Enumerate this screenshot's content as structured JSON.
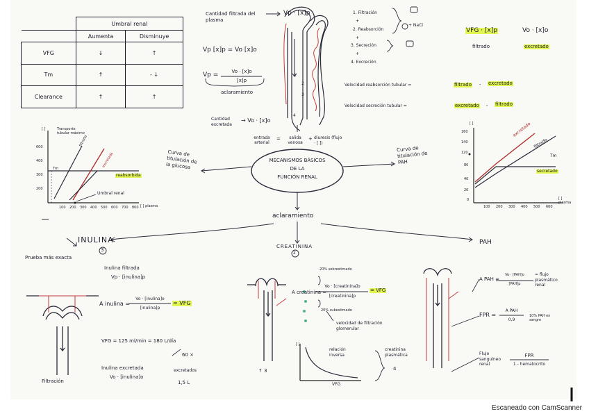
{
  "table": {
    "header": "Umbral renal",
    "subheaders": [
      "Aumenta",
      "Disminuye"
    ],
    "rows": [
      {
        "label": "VFG",
        "up": "↓",
        "down": "↑"
      },
      {
        "label": "Tm",
        "up": "↑",
        "down": "- ↓"
      },
      {
        "label": "Clearance",
        "up": "↑",
        "down": "↑"
      }
    ]
  },
  "top": {
    "cantidad_filtrada": "Cantidad filtrada del plasma",
    "vp_x": "Vp · [x]p",
    "balance": "Vp [x]p = Vo [x]o",
    "vp_eq": "Vp =",
    "vp_num": "Vo · [x]o",
    "vp_den": "[x]p",
    "aclaramiento_under": "aclaramiento",
    "excretada": "Cantidad excretada",
    "vo_x": "→ Vo · [x]o",
    "entrada": "entrada arterial",
    "eq_sign": "=",
    "salida": "salida venosa",
    "plus": "+",
    "diuresis": "diuresis (flujo · [ ])"
  },
  "processes": {
    "items": [
      "1. Filtración",
      "2. Reabsorción",
      "3. Secreción",
      "4. Excreción"
    ],
    "plus_sign": "+",
    "nacl": "+ NaCl",
    "vfg_expr": "VFG · [x]p",
    "filtrado": "filtrado",
    "vo_expr": "Vo · [x]o",
    "excretado": "excretado",
    "reabs_label": "Velocidad reabsorción tubular =",
    "reabs_a": "filtrado",
    "reabs_b": "excretado",
    "secr_label": "Velocidad secreción tubular =",
    "secr_a": "excretado",
    "secr_b": "filtrado",
    "minus": "-"
  },
  "glucose_graph": {
    "y_unit": "[ ]",
    "transporte": "Transporte tubular máximo",
    "tm": "Tm",
    "filtrada": "filtrada",
    "excretada": "excretada",
    "reabsorbida": "reabsorbida",
    "umbral": "Umbral renal",
    "x_unit": "[ ] plasma",
    "yticks": [
      "600",
      "400",
      "300",
      "200"
    ],
    "xticks": [
      "100",
      "200",
      "300",
      "400",
      "500",
      "600",
      "700",
      "800"
    ]
  },
  "center": {
    "curva_glucosa": "Curva de titulación de la glucosa",
    "oval_lines": [
      "MECANISMOS BÁSICOS",
      "DE LA",
      "FUNCIÓN RENAL"
    ],
    "curva_pah": "Curva de titulación de PAH",
    "aclaramiento": "aclaramiento"
  },
  "pah_graph": {
    "y_unit": "[ ]",
    "yticks": [
      "160",
      "140",
      "120",
      "80",
      "40",
      "20",
      "0"
    ],
    "excretado": "excretado",
    "filtrado": "filtrado",
    "tm": "Tm",
    "secretado": "secretado",
    "xticks": [
      "100",
      "200",
      "300",
      "400",
      "500",
      "600"
    ],
    "x_unit": "[ ] plasma"
  },
  "inulina": {
    "title": "INULINA",
    "num": "3",
    "prueba": "Prueba más exacta",
    "filtrada": "Inulina filtrada",
    "filtrada_expr": "Vp · [inulina]p",
    "a_label": "A inulina =",
    "a_num": "Vo · [inulina]o",
    "a_den": "[inulina]p",
    "a_res": "= VFG",
    "vfg": "VFG = 125 ml/min = 180 L/día",
    "sixty": "60 ×",
    "excretada": "Inulina excretada",
    "excretada_expr": "Vo · [inulina]o",
    "excretados": "excretados",
    "litros": "1,5 L",
    "filtracion": "Filtración"
  },
  "creatinina": {
    "title": "CREATININA",
    "num": "2",
    "sobre": "20% sobrestimado",
    "a_label": "A creatinina =",
    "a_num": "Vo · [creatinina]o",
    "a_den": "[creatinina]p",
    "a_res": "= VFG",
    "sub": "20% subestimado",
    "velocidad": "velocidad de filtración glomerular",
    "relacion": "relación inversa",
    "plasmatica": "creatinina plasmática",
    "num4": "4",
    "y_unit": "[ ]",
    "x_label": "VFG",
    "extra": "↑ 3"
  },
  "pah": {
    "title": "PAH",
    "a_label": "A PAH =",
    "a_num": "Vo · [PAH]o",
    "a_den": "[PAH]p",
    "a_res": "= flujo plasmático renal",
    "fpr_label": "FPR =",
    "fpr_num": "A PAH",
    "fpr_den": "0,9",
    "fpr_note": "10% PAH en sangre",
    "flujo_label": "Flujo sanguíneo renal",
    "flujo_num": "FPR",
    "flujo_den": "1 - hematocrito"
  },
  "footer": "Escaneado con CamScanner"
}
